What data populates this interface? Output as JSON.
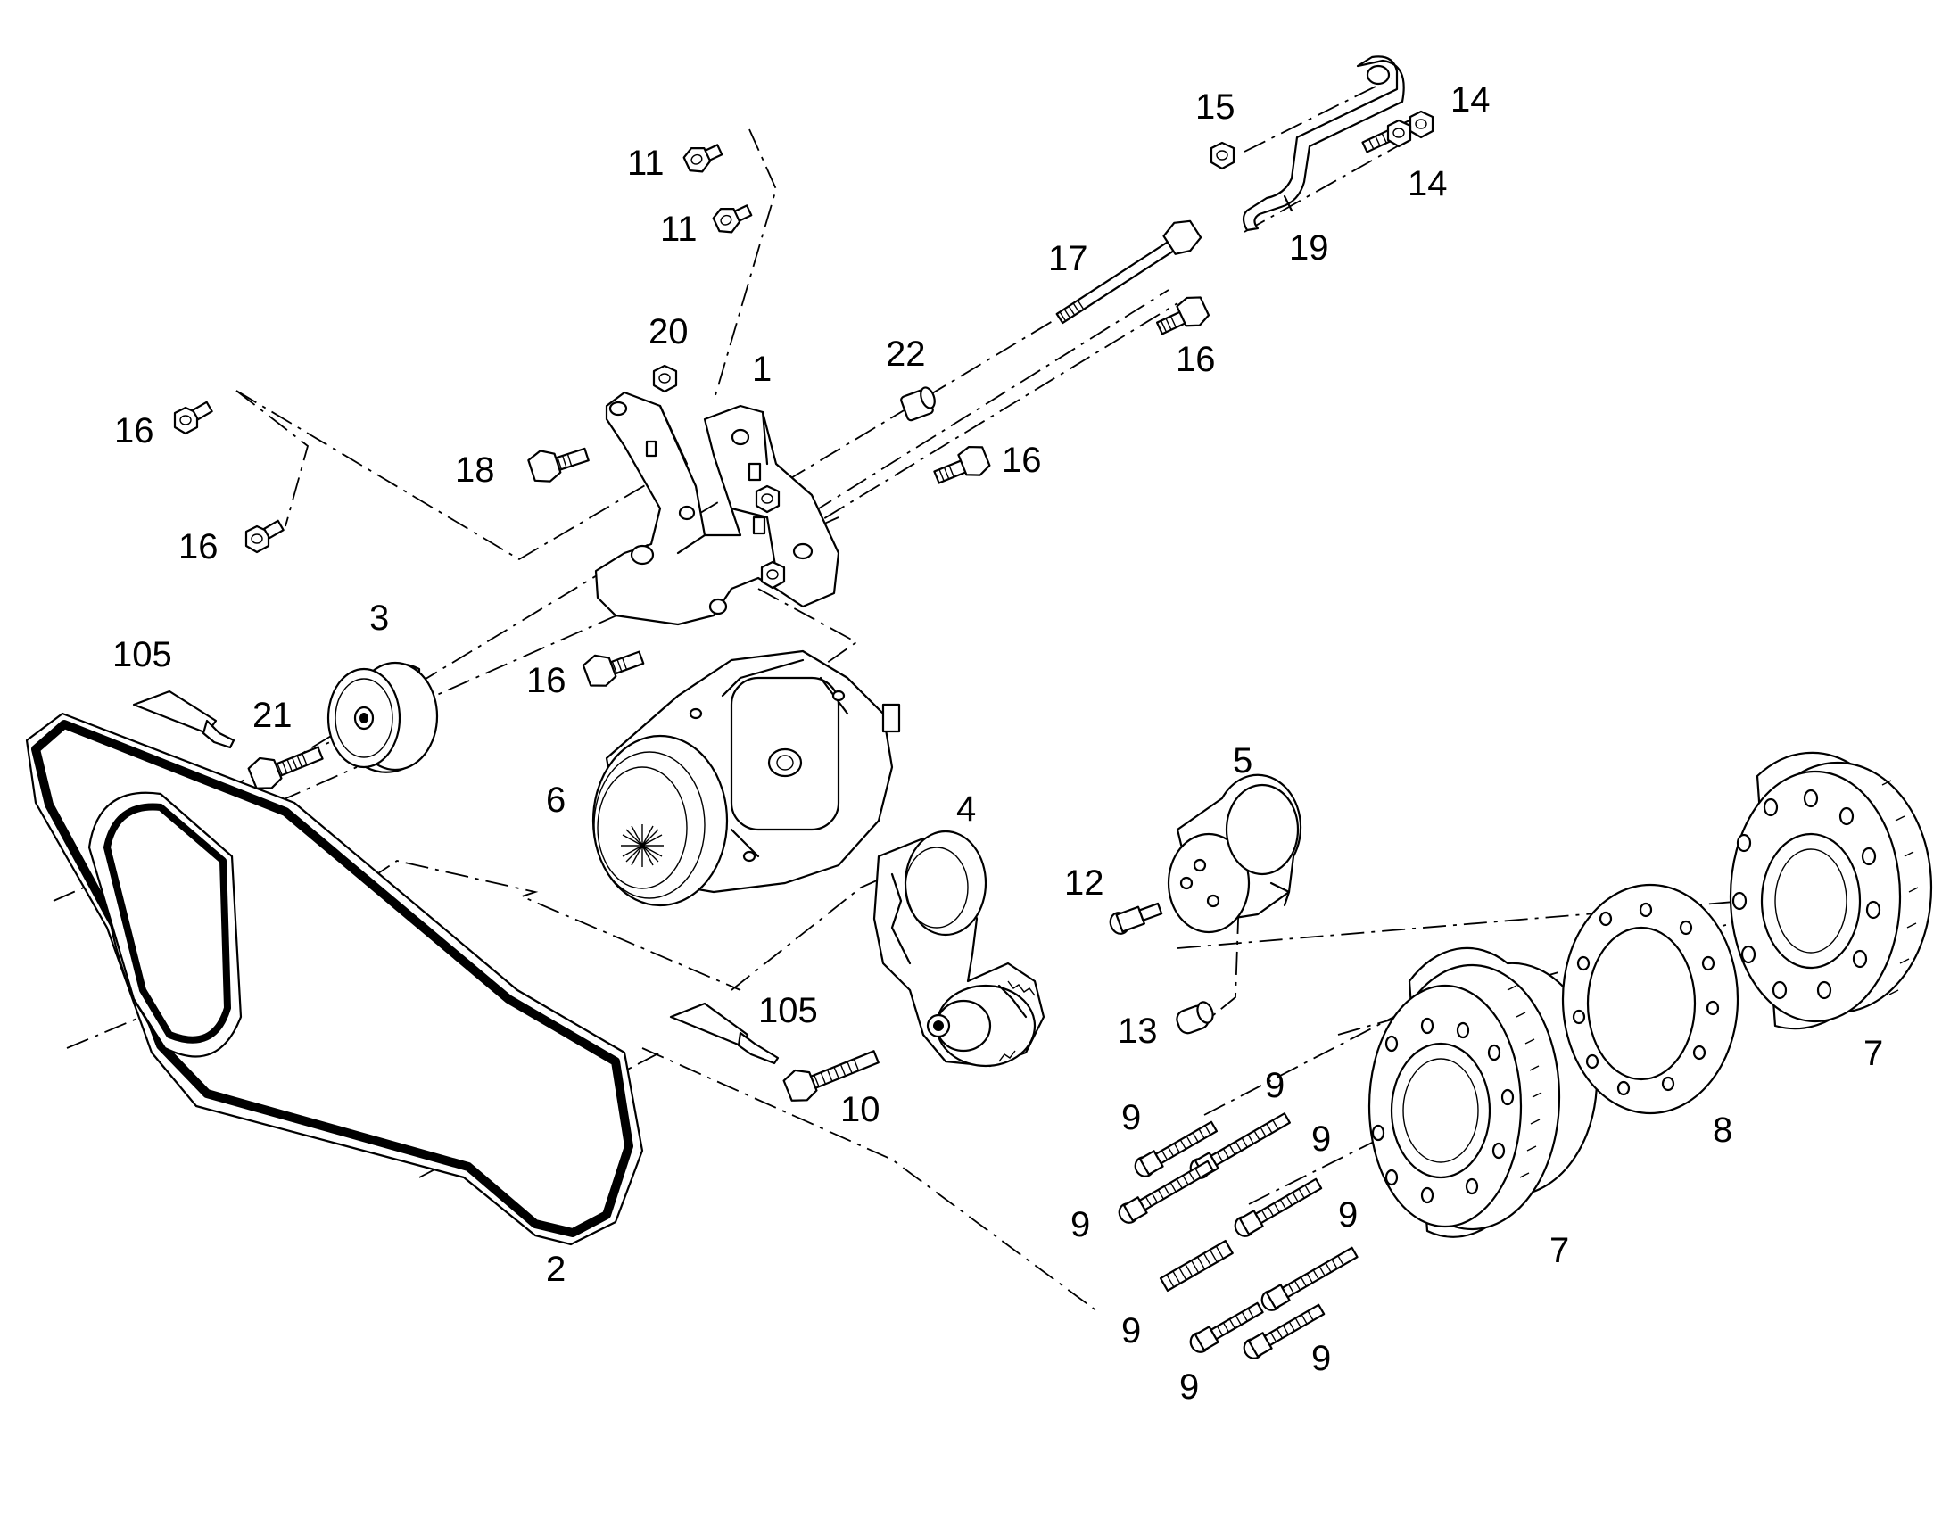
{
  "callouts": [
    {
      "id": "c11a",
      "text": "11"
    },
    {
      "id": "c11b",
      "text": "11"
    },
    {
      "id": "c15",
      "text": "15"
    },
    {
      "id": "c14a",
      "text": "14"
    },
    {
      "id": "c14b",
      "text": "14"
    },
    {
      "id": "c19",
      "text": "19"
    },
    {
      "id": "c17",
      "text": "17"
    },
    {
      "id": "c20",
      "text": "20"
    },
    {
      "id": "c1",
      "text": "1"
    },
    {
      "id": "c22",
      "text": "22"
    },
    {
      "id": "c16a",
      "text": "16"
    },
    {
      "id": "c16b",
      "text": "16"
    },
    {
      "id": "c18",
      "text": "18"
    },
    {
      "id": "c16c",
      "text": "16"
    },
    {
      "id": "c16d",
      "text": "16"
    },
    {
      "id": "c3",
      "text": "3"
    },
    {
      "id": "c105a",
      "text": "105"
    },
    {
      "id": "c21",
      "text": "21"
    },
    {
      "id": "c16e",
      "text": "16"
    },
    {
      "id": "c5",
      "text": "5"
    },
    {
      "id": "c6",
      "text": "6"
    },
    {
      "id": "c4",
      "text": "4"
    },
    {
      "id": "c12",
      "text": "12"
    },
    {
      "id": "c105b",
      "text": "105"
    },
    {
      "id": "c13",
      "text": "13"
    },
    {
      "id": "c7a",
      "text": "7"
    },
    {
      "id": "c9a",
      "text": "9"
    },
    {
      "id": "c10",
      "text": "10"
    },
    {
      "id": "c9b",
      "text": "9"
    },
    {
      "id": "c9c",
      "text": "9"
    },
    {
      "id": "c8",
      "text": "8"
    },
    {
      "id": "c9d",
      "text": "9"
    },
    {
      "id": "c9e",
      "text": "9"
    },
    {
      "id": "c2",
      "text": "2"
    },
    {
      "id": "c7b",
      "text": "7"
    },
    {
      "id": "c9f",
      "text": "9"
    },
    {
      "id": "c9g",
      "text": "9"
    },
    {
      "id": "c9h",
      "text": "9"
    }
  ]
}
